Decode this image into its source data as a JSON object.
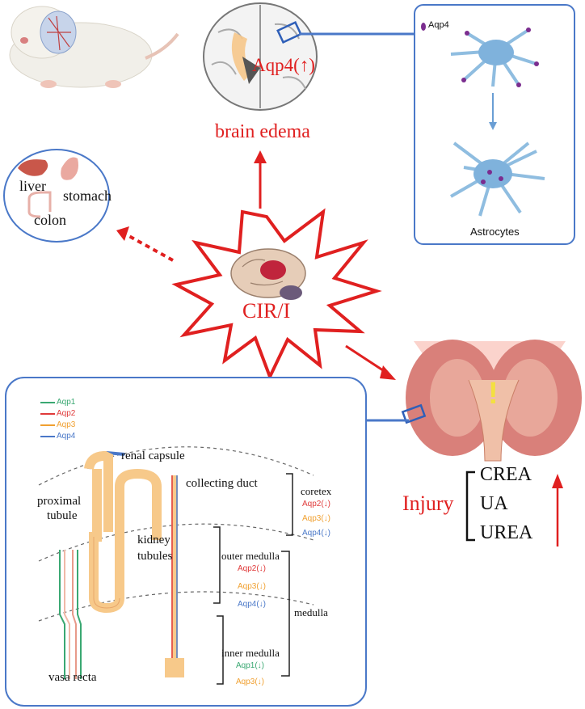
{
  "brain": {
    "aqp4_label": "Aqp4(↑)",
    "edema_label": "brain edema"
  },
  "astro_panel": {
    "legend_label": "Aqp4",
    "caption": "Astrocytes"
  },
  "organs": {
    "liver": "liver",
    "stomach": "stomach",
    "colon": "colon"
  },
  "center": {
    "label": "CIR/I"
  },
  "kidney_right": {
    "injury_label": "Injury",
    "markers": [
      "CREA",
      "UA",
      "UREA"
    ],
    "warning_mark": "!"
  },
  "kidney_panel": {
    "legend": [
      {
        "label": "Aqp1",
        "color": "#3aa872"
      },
      {
        "label": "Aqp2",
        "color": "#e03a3a"
      },
      {
        "label": "Aqp3",
        "color": "#f0a030"
      },
      {
        "label": "Aqp4",
        "color": "#4a78c8"
      }
    ],
    "labels": {
      "renal_capsule": "renal capsule",
      "collecting_duct": "collecting duct",
      "proximal_tubule_1": "proximal",
      "proximal_tubule_2": "tubule",
      "kidney_tubules_1": "kidney",
      "kidney_tubules_2": "tubules",
      "vasa_recta": "vasa recta",
      "coretex": "coretex",
      "outer_medulla": "outer medulla",
      "inner_medulla": "inner medulla",
      "medulla": "medulla"
    },
    "coretex_items": [
      {
        "label": "Aqp2(↓)",
        "color": "#e03a3a"
      },
      {
        "label": "Aqp3(↓)",
        "color": "#f0a030"
      },
      {
        "label": "Aqp4(↓)",
        "color": "#4a78c8"
      }
    ],
    "outer_items": [
      {
        "label": "Aqp2(↓)",
        "color": "#e03a3a"
      },
      {
        "label": "Aqp3(↓)",
        "color": "#f0a030"
      },
      {
        "label": "Aqp4(↓)",
        "color": "#4a78c8"
      }
    ],
    "inner_items": [
      {
        "label": "Aqp1(↓)",
        "color": "#3aa872"
      },
      {
        "label": "Aqp3(↓)",
        "color": "#f0a030"
      }
    ]
  },
  "colors": {
    "panel_border": "#4a78c8",
    "red": "#e02020",
    "tubule_fill": "#f7c98a"
  }
}
